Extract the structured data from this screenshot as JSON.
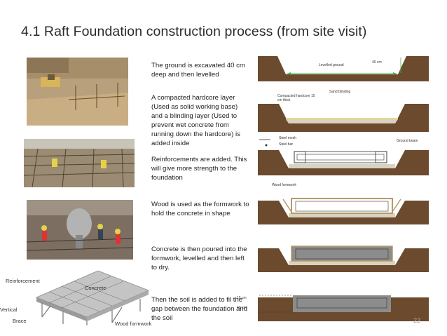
{
  "title": "4.1 Raft Foundation construction process (from site visit)",
  "steps": [
    {
      "text": "The ground is excavated 40 cm deep and then levelled"
    },
    {
      "text": "A compacted hardcore layer (Used as solid working base) and a blinding layer (Used to prevent wet concrete from running down the hardcore) is added inside"
    },
    {
      "text": "Reinforcements are added. This will give more strength to the foundation"
    },
    {
      "text": "Wood is used as the formwork to hold the concrete in shape"
    },
    {
      "text": "Concrete is then poured into the formwork, levelled and then left to dry."
    },
    {
      "text": "Then the soil is added to fil the gap between the foundation and the soil"
    }
  ],
  "diagram_labels": {
    "levelled_ground": "Levelled ground",
    "depth_40": "40 cm",
    "sand_blinding": "Sand blinding",
    "compacted_hardcore": "Compacted hardcore 15 cm thick",
    "steel_mesh": "Steel mesh",
    "steel_bar": "Steel bar",
    "ground_beam": "Ground beam",
    "wood_formwork": "Wood formwork",
    "dim_15": "15 cm",
    "dim_40": "40 cm"
  },
  "illustration_labels": {
    "reinforcement": "Reinforcement",
    "concrete": "Concrete",
    "vertical": "Vertical",
    "brace": "Brace",
    "wood_formwork": "Wood formwork"
  },
  "page_number": "22",
  "colors": {
    "soil": "#6b4a2e",
    "soil_dark": "#4e3420",
    "hardcore": "#d8d2c0",
    "sand": "#e8d98c",
    "formwork": "#b89968",
    "concrete": "#8c8c8c",
    "arrow_green": "#3cb43c"
  }
}
